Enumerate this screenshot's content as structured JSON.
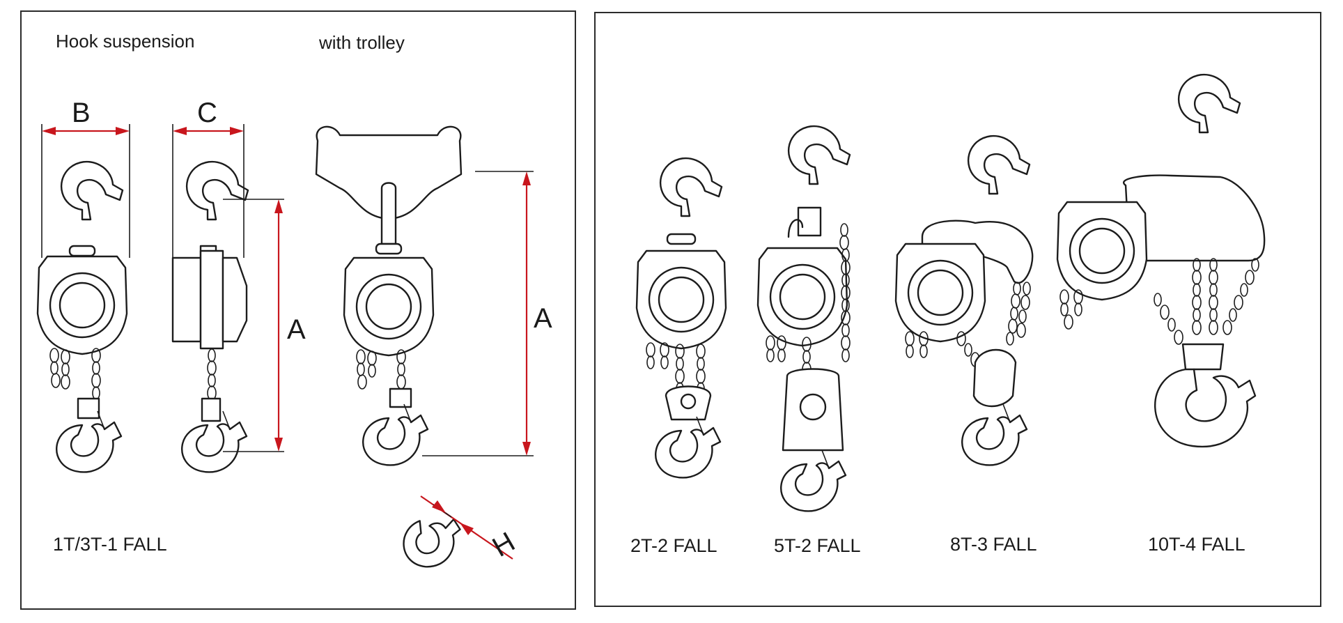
{
  "left_panel": {
    "heading_hook": "Hook suspension",
    "heading_trolley": "with trolley",
    "caption": "1T/3T-1 FALL",
    "dim_labels": {
      "b": "B",
      "c": "C",
      "a_hook": "A",
      "a_trolley": "A",
      "h": "H"
    },
    "accent_color": "#c8161d"
  },
  "right_panel": {
    "captions": [
      "2T-2 FALL",
      "5T-2 FALL",
      "8T-3 FALL",
      "10T-4 FALL"
    ]
  }
}
